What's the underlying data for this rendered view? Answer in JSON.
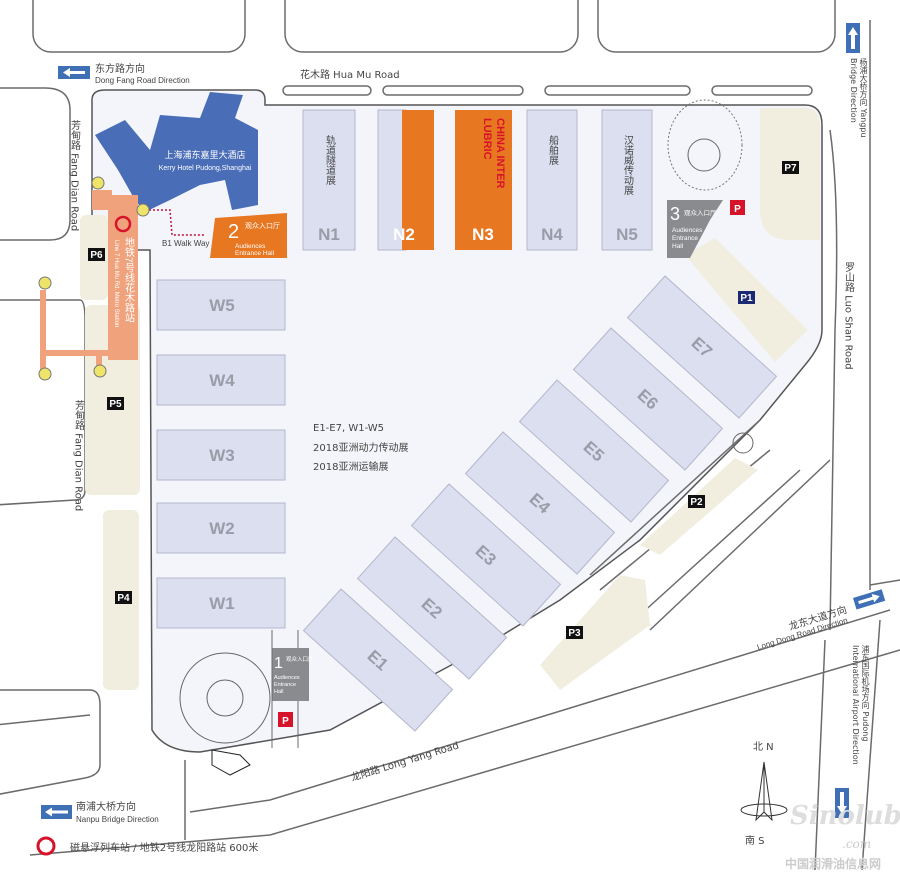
{
  "directions": {
    "dong_fang_cn": "东方路方向",
    "dong_fang_en": "Dong Fang Road Direction",
    "yangpu": "杨浦大桥方向 Yangpu Bridge Direction",
    "nanpu_cn": "南浦大桥方向",
    "nanpu_en": "Nanpu Bridge Direction",
    "long_dong_cn": "龙东大道方向",
    "long_dong_en": "Long Dong Road Direction",
    "airport": "浦东国际机场方向 Pudong International Airport Direction"
  },
  "roads": {
    "hua_mu": "花木路 Hua Mu Road",
    "fang_dian": "芳甸路 Fang Dian Road",
    "luo_shan": "罗山路 Luo Shan Road",
    "long_yang": "龙阳路 Long Yang Road"
  },
  "hotel": {
    "cn": "上海浦东嘉里大酒店",
    "en": "Kerry Hotel Pudong,Shanghai"
  },
  "walkway": "B1 Walk Way",
  "metro": {
    "cn": "地铁7号线花木路站",
    "en": "Line 7 Hua Mu Rd. Metro Station"
  },
  "entrances": [
    {
      "num": "1",
      "cn": "观众入口厅",
      "en1": "Audiences",
      "en2": "Entrance",
      "en3": "Hall"
    },
    {
      "num": "2",
      "cn": "观众入口厅",
      "en1": "Audiences",
      "en2": "Entrance Hall",
      "en3": ""
    },
    {
      "num": "3",
      "cn": "观众入口厅",
      "en1": "Audiences",
      "en2": "Entrance",
      "en3": "Hall"
    }
  ],
  "north_halls": [
    {
      "id": "N1",
      "cn": "轨道隧道展"
    },
    {
      "id": "N2",
      "cn": ""
    },
    {
      "id": "N3",
      "cn": "",
      "logo": "CHINA INTER LUBRIC"
    },
    {
      "id": "N4",
      "cn": "船舶展"
    },
    {
      "id": "N5",
      "cn": "汉诺威传动展"
    }
  ],
  "west_halls": [
    "W5",
    "W4",
    "W3",
    "W2",
    "W1"
  ],
  "east_halls": [
    "E1",
    "E2",
    "E3",
    "E4",
    "E5",
    "E6",
    "E7"
  ],
  "parking": [
    "P1",
    "P2",
    "P3",
    "P4",
    "P5",
    "P6",
    "P7"
  ],
  "parking_sign": "P",
  "center_note": [
    "E1-E7, W1-W5",
    "2018亚洲动力传动展",
    "2018亚洲运输展"
  ],
  "compass": {
    "north": "北 N",
    "south": "南 S"
  },
  "footer": "磁悬浮列车站 / 地铁2号线龙阳路站  600米",
  "watermark": {
    "brand": "Sinolub",
    "domain": ".com",
    "cn": "中国润滑油信息网"
  },
  "colors": {
    "orange": "#e87722",
    "blue": "#3f6fb5",
    "hotel": "#4a6db8",
    "metro": "#f0a27c",
    "parking_red": "#d7132a"
  }
}
